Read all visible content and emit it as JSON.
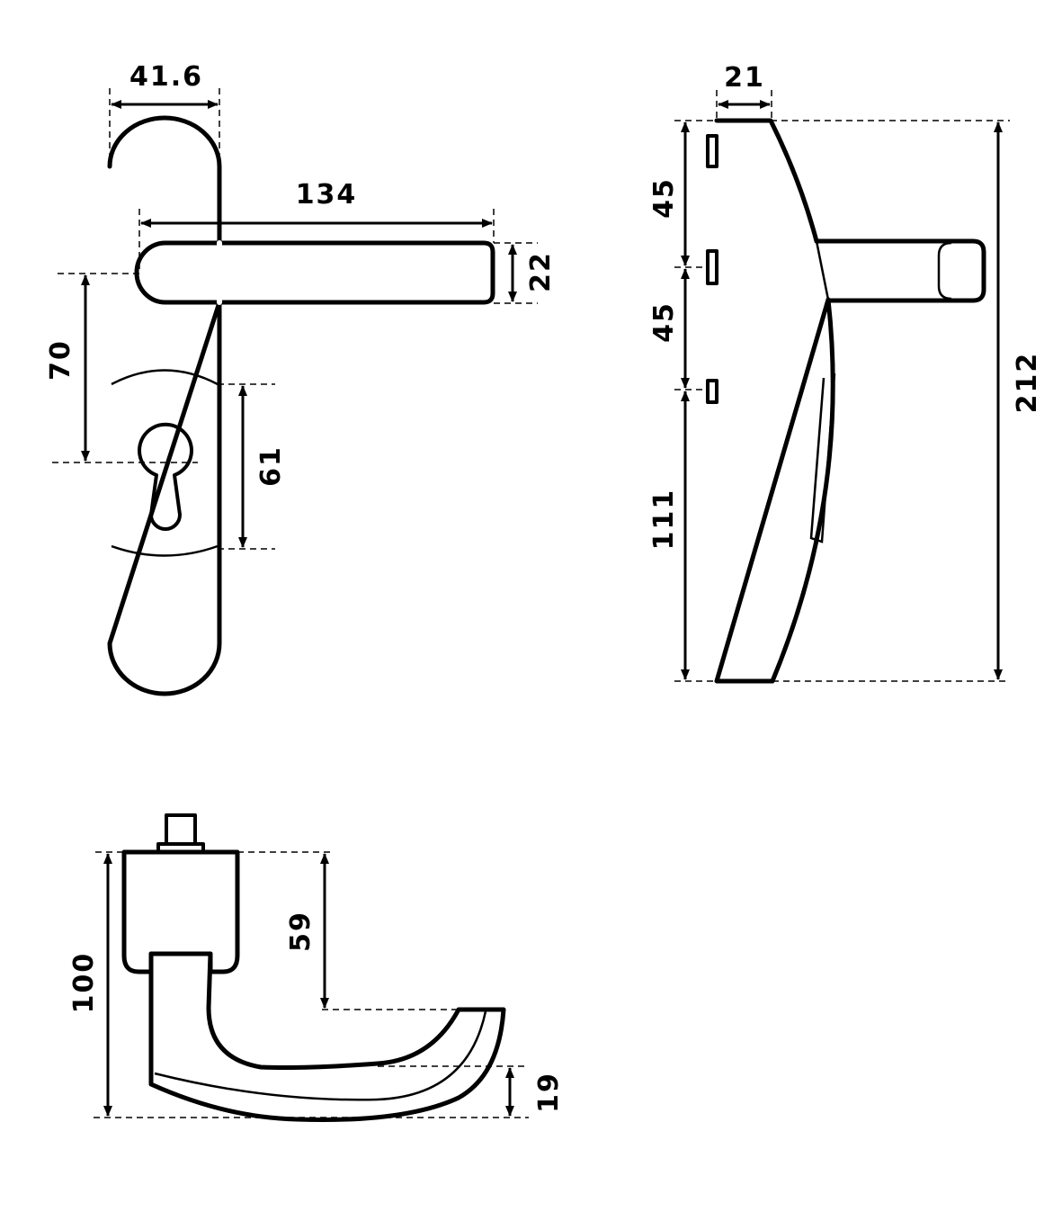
{
  "dimensions": {
    "front_width": "41.6",
    "lever_length": "134",
    "lever_thickness": "22",
    "axis_to_cylinder": "70",
    "cylinder_cover": "61",
    "side_depth": "21",
    "side_top_segment": "45",
    "side_middle_segment": "45",
    "side_bottom_segment": "111",
    "total_height": "212",
    "knob_height": "100",
    "lever_drop": "59",
    "lever_end": "19"
  }
}
